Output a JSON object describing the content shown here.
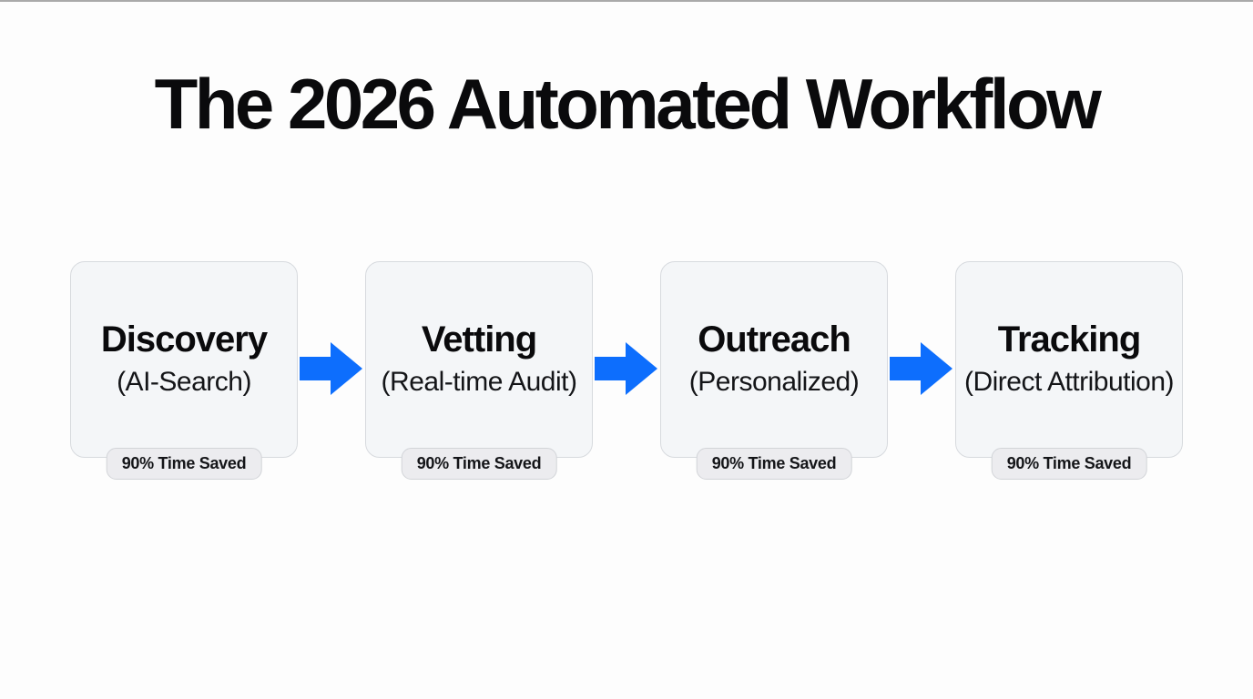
{
  "page": {
    "title": "The 2026 Automated Workflow"
  },
  "colors": {
    "arrow_blue": "#0d6efd",
    "box_background": "#f4f6f8",
    "box_border": "#d7dade",
    "badge_background": "#ececef",
    "badge_border": "#d2d4d8",
    "text": "#0a0a0c",
    "page_background": "#fdfdfd"
  },
  "workflow": {
    "steps": [
      {
        "title": "Discovery",
        "subtitle": "(AI-Search)",
        "badge": "90% Time Saved"
      },
      {
        "title": "Vetting",
        "subtitle": "(Real-time Audit)",
        "badge": "90% Time Saved"
      },
      {
        "title": "Outreach",
        "subtitle": "(Personalized)",
        "badge": "90% Time Saved"
      },
      {
        "title": "Tracking",
        "subtitle": "(Direct Attribution)",
        "badge": "90% Time Saved"
      }
    ]
  }
}
